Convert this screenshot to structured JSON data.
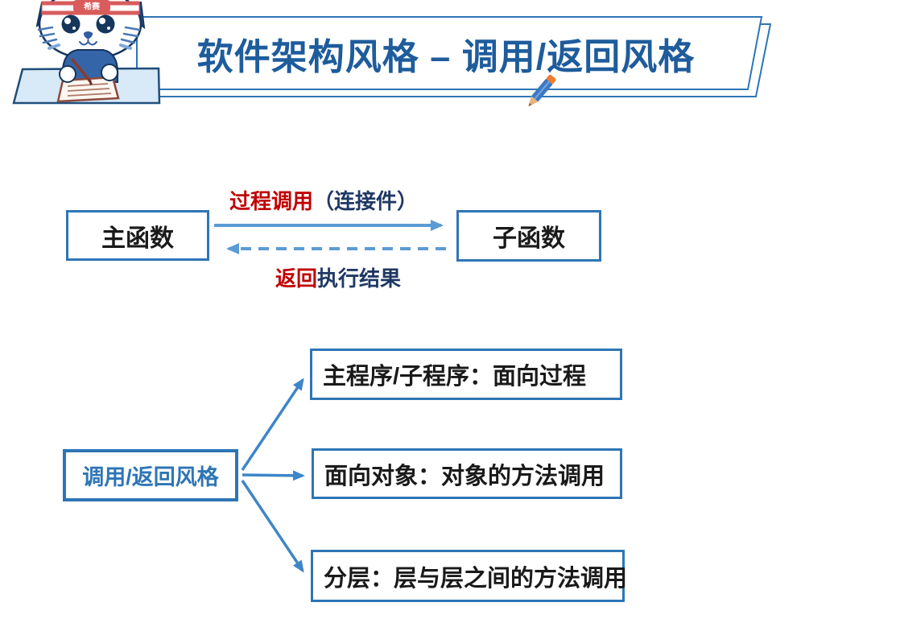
{
  "header": {
    "title": "软件架构风格 – 调用/返回风格",
    "pencil_icon": "pencil-icon",
    "mascot": {
      "type": "xisai-cat-writing",
      "headband_text": "希赛"
    }
  },
  "call_return_diagram": {
    "left_box": {
      "label": "主函数"
    },
    "right_box": {
      "label": "子函数"
    },
    "forward_arrow": {
      "style": "solid",
      "direction": "left-to-right",
      "label_red": "过程调用",
      "label_navy": "（连接件）"
    },
    "return_arrow": {
      "style": "dashed",
      "direction": "right-to-left",
      "label_red": "返回",
      "label_navy": "执行结果"
    }
  },
  "classification_tree": {
    "root": {
      "label": "调用/返回风格"
    },
    "children": [
      {
        "label": "主程序/子程序：面向过程"
      },
      {
        "label": "面向对象：对象的方法调用"
      },
      {
        "label": "分层：层与层之间的方法调用"
      }
    ]
  },
  "colors": {
    "title_blue": "#1E5C9C",
    "box_border_blue": "#2E75B6",
    "diagram_arrow_blue": "#5B9BD5",
    "tree_arrow_blue": "#3E86C8",
    "label_red": "#C00000",
    "label_navy": "#1F3864",
    "text_black": "#1A1A1A",
    "desk_fill": "#D8E9F8",
    "mascot_blue": "#3465A8",
    "headband_red": "#D85C5C"
  }
}
